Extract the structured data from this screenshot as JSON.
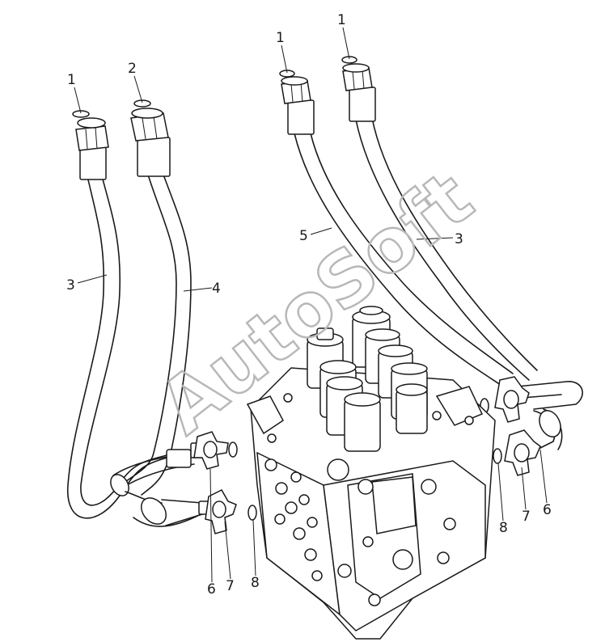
{
  "watermark": {
    "text": "AutoSoft",
    "color": "#b8b8b8"
  },
  "callouts": {
    "c1a": "1",
    "c2": "2",
    "c1b": "1",
    "c1c": "1",
    "c3a": "3",
    "c4": "4",
    "c5": "5",
    "c3b": "3",
    "c6a": "6",
    "c7a": "7",
    "c8a": "8",
    "c8b": "8",
    "c7b": "7",
    "c6b": "6"
  },
  "colors": {
    "line": "#1a1a1a",
    "background": "#ffffff"
  }
}
